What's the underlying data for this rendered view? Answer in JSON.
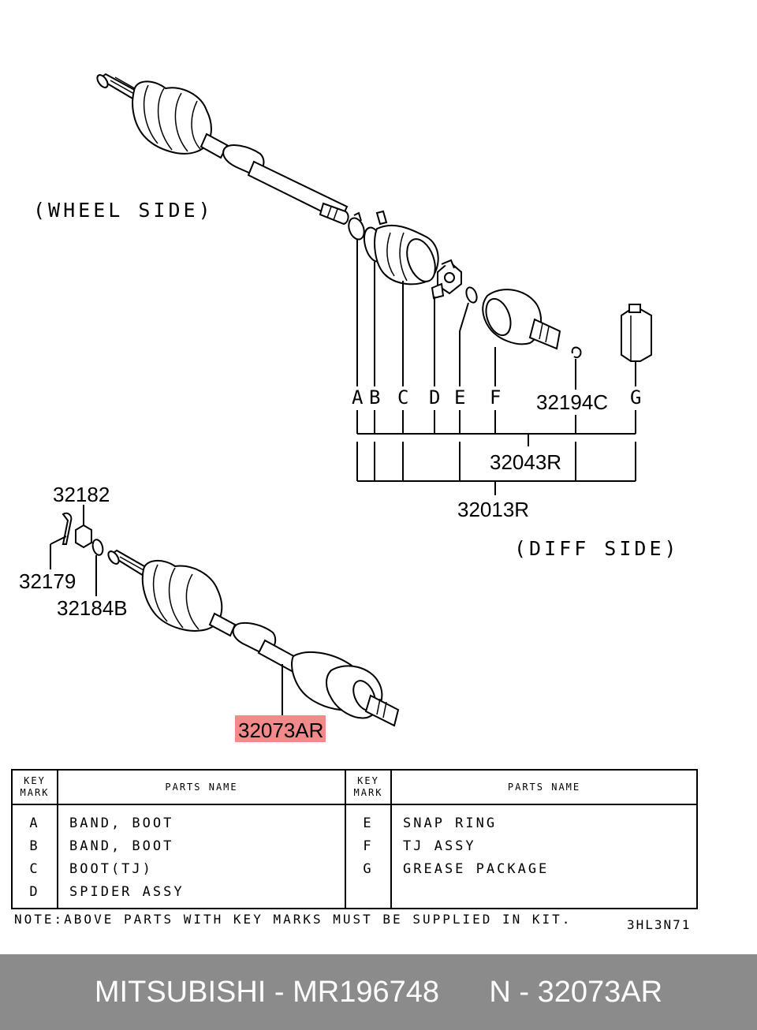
{
  "labels": {
    "wheel_side": "(WHEEL SIDE)",
    "diff_side": "(DIFF SIDE)",
    "key_a": "A",
    "key_b": "B",
    "key_c": "C",
    "key_d": "D",
    "key_e": "E",
    "key_f": "F",
    "key_g": "G",
    "part_32194c": "32194C",
    "part_32043r": "32043R",
    "part_32013r": "32013R",
    "part_32182": "32182",
    "part_32179": "32179",
    "part_32184b": "32184B",
    "part_32073ar": "32073AR"
  },
  "highlight_color": "#f28a8a",
  "table": {
    "header_key": [
      "KEY",
      "MARK"
    ],
    "header_name": "PARTS NAME",
    "left_rows": [
      {
        "key": "A",
        "name": "BAND, BOOT"
      },
      {
        "key": "B",
        "name": "BAND, BOOT"
      },
      {
        "key": "C",
        "name": "BOOT(TJ)"
      },
      {
        "key": "D",
        "name": "SPIDER ASSY"
      }
    ],
    "right_rows": [
      {
        "key": "E",
        "name": "SNAP RING"
      },
      {
        "key": "F",
        "name": "TJ ASSY"
      },
      {
        "key": "G",
        "name": "GREASE PACKAGE"
      },
      {
        "key": "",
        "name": ""
      }
    ]
  },
  "note": "NOTE:ABOVE PARTS WITH KEY MARKS MUST BE SUPPLIED IN KIT.",
  "drawing_code": "3HL3N71",
  "footer": {
    "brand_part": "MITSUBISHI - MR196748",
    "ref": "N - 32073AR"
  }
}
